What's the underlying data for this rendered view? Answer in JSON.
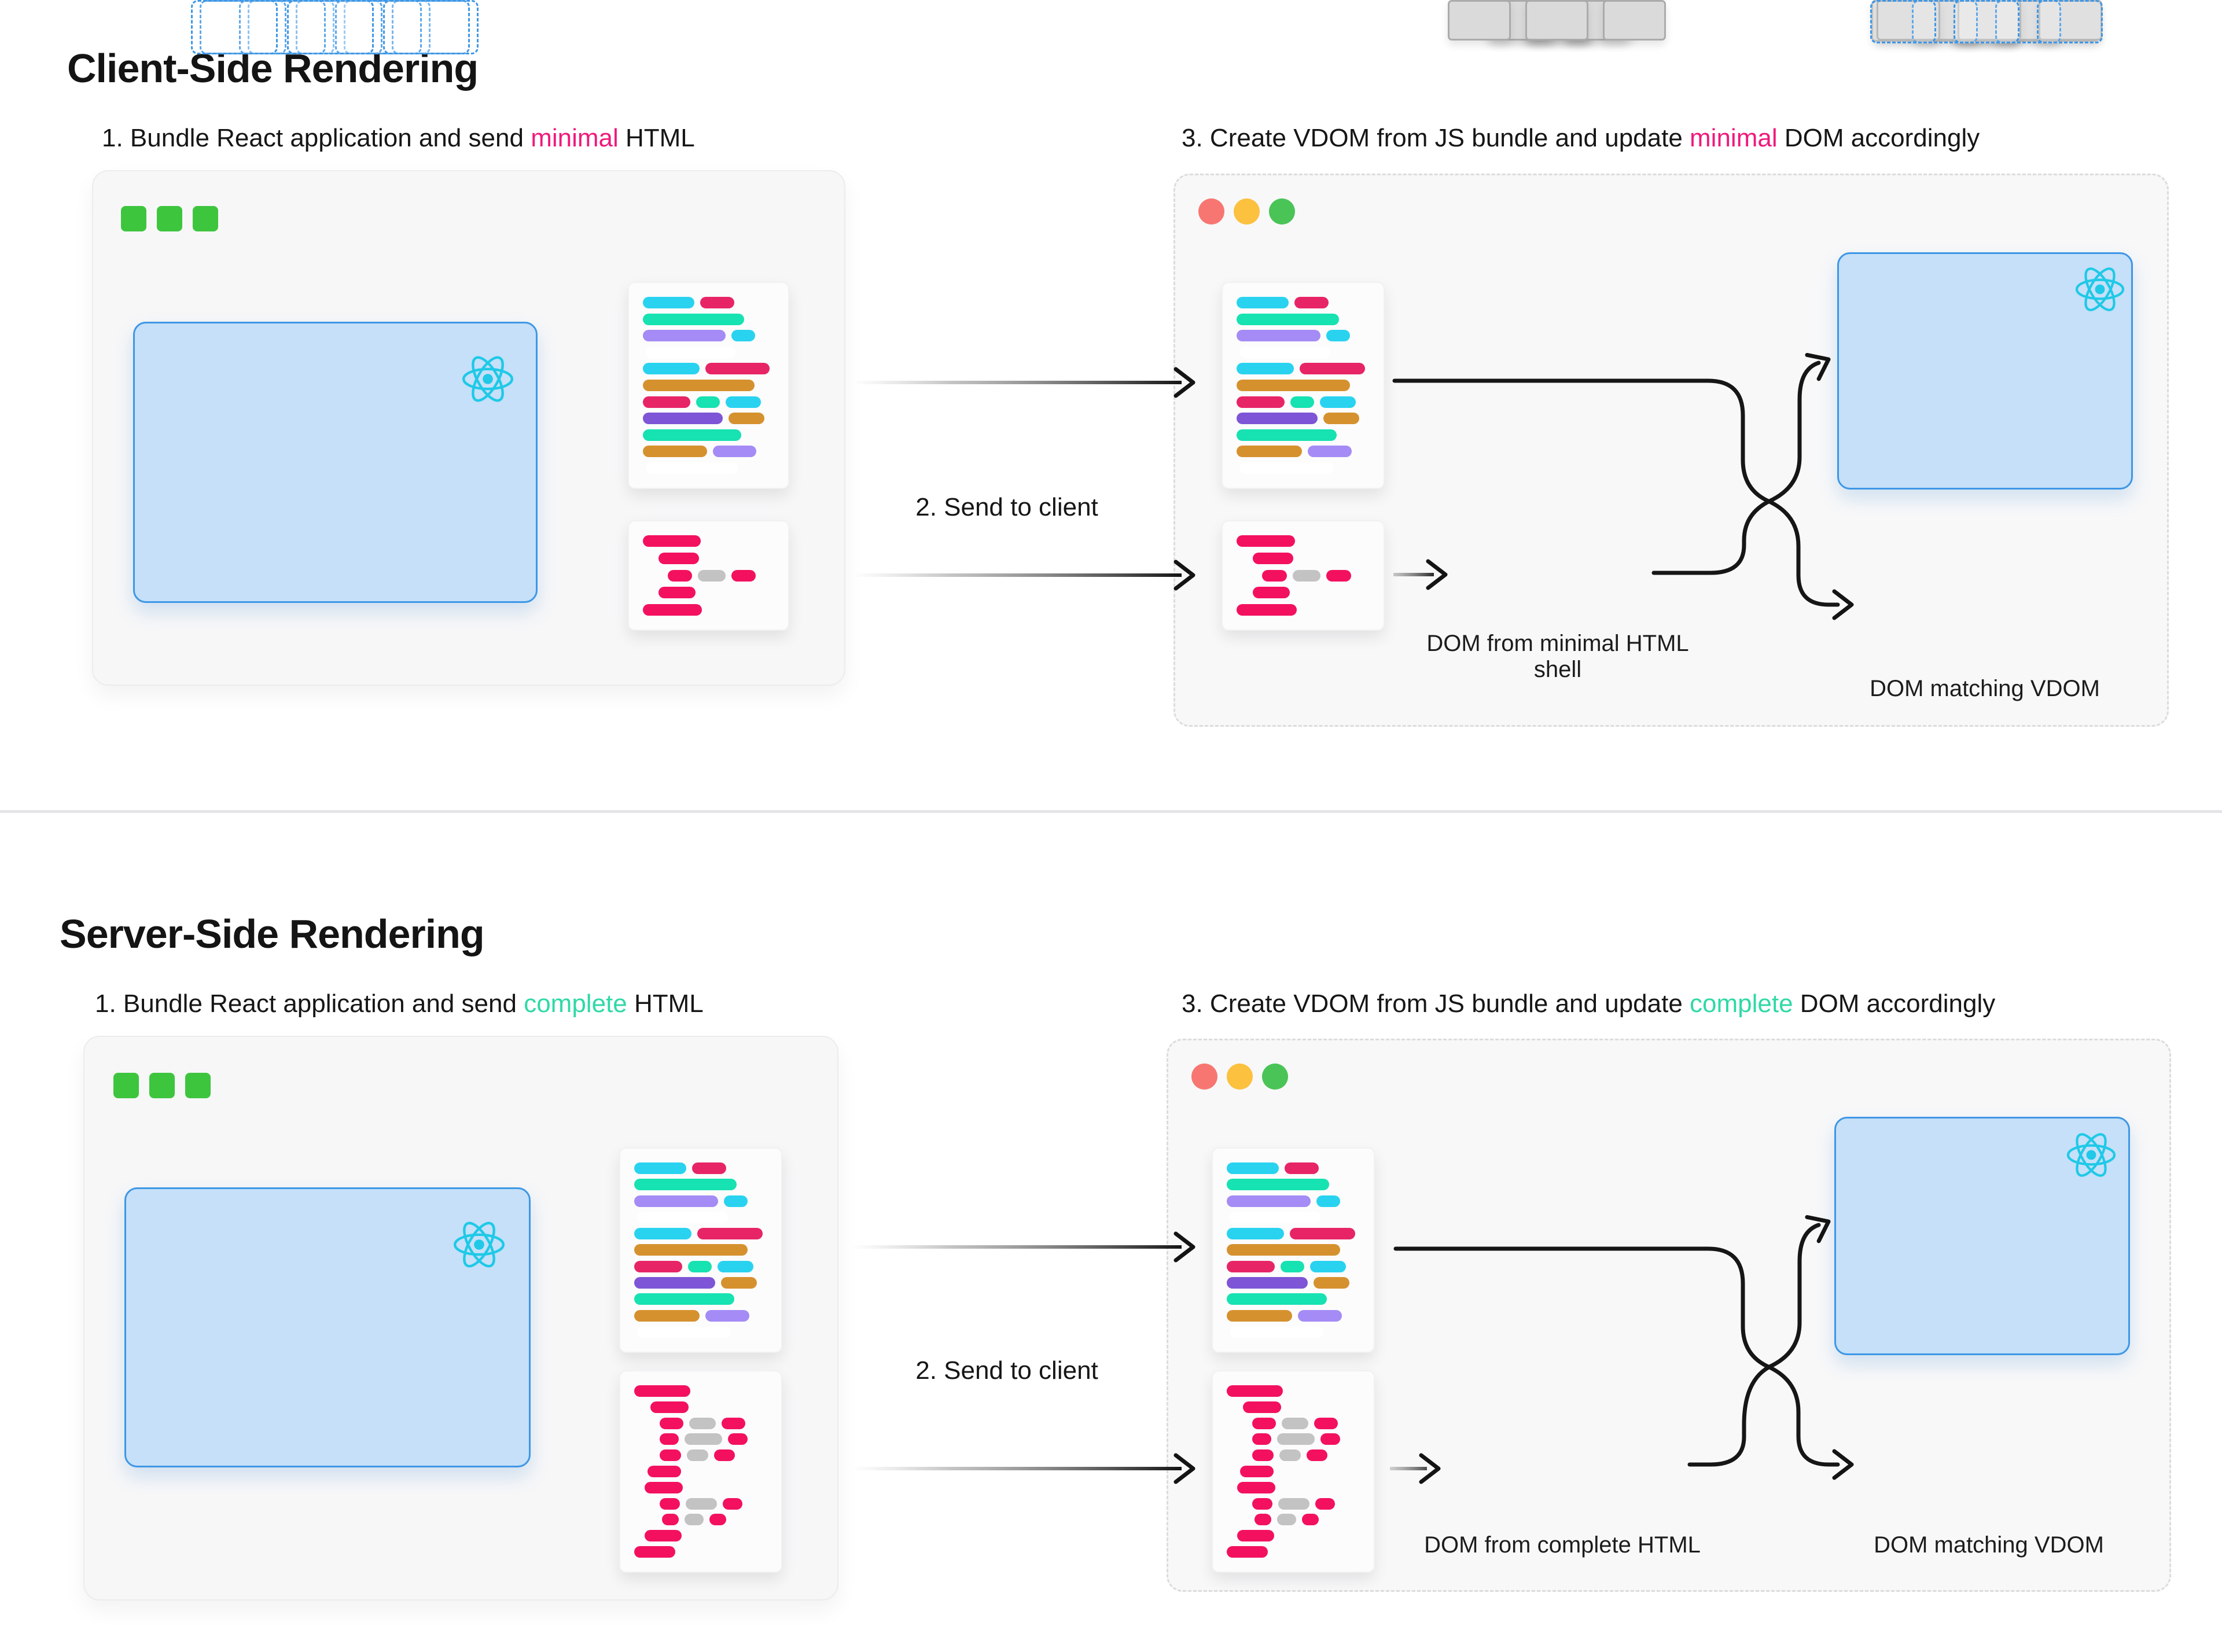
{
  "page": {
    "background": "#FFFFFF"
  },
  "sections": [
    {
      "id": "client-side-rendering",
      "title": "Client-Side Rendering",
      "step1": {
        "prefix": "1. Bundle React application and send ",
        "highlight": "minimal",
        "suffix": " HTML"
      },
      "step2": "2. Send to client",
      "step3": {
        "prefix": "3. Create VDOM from JS bundle and update ",
        "highlight": "minimal",
        "suffix": " DOM accordingly"
      },
      "highlight_color": "#F0197C",
      "labels": {
        "dom_source": "DOM from minimal HTML shell",
        "dom_matching": "DOM matching VDOM"
      }
    },
    {
      "id": "server-side-rendering",
      "title": "Server-Side Rendering",
      "step1": {
        "prefix": "1. Bundle React application and send ",
        "highlight": "complete",
        "suffix": " HTML"
      },
      "step2": "2. Send to client",
      "step3": {
        "prefix": "3. Create VDOM from JS bundle and update ",
        "highlight": "complete",
        "suffix": " DOM accordingly"
      },
      "highlight_color": "#2FD9A6",
      "labels": {
        "dom_source": "DOM from complete HTML",
        "dom_matching": "DOM matching VDOM"
      }
    }
  ],
  "icons": {
    "react": "react-atom-icon",
    "traffic_lights": "window-traffic-lights-icon",
    "window_squares": "window-squares-icon"
  },
  "palette": {
    "window_bg": "#F7F7F8",
    "window_border": "#ECECEC",
    "dashed_window_border": "#DCDCDC",
    "blue_box_fill": "#C5E0F8",
    "blue_box_border": "#3E97E6",
    "react_logo": "#1FC9E7",
    "green_square": "#3EC53E",
    "traffic_red": "#F87671",
    "traffic_yellow": "#FBC13F",
    "traffic_green": "#4AC457",
    "gray_node_fill": "#DADADA",
    "gray_node_border": "#ABABAB",
    "arrow": "#161616",
    "code_colors": {
      "cyan": "#29D3F0",
      "pink": "#E72566",
      "teal": "#17E2B1",
      "purple_light": "#A58BF5",
      "purple_dark": "#7D55D6",
      "orange": "#D6912F",
      "gray": "#C3C3C3",
      "pink_bold": "#F3115F",
      "white": "#FFFFFF"
    }
  },
  "code_docs": {
    "js_bundle": {
      "name": "JS bundle",
      "rows": [
        {
          "indent": 0,
          "bars": [
            [
              "cyan",
              39
            ],
            [
              "pink",
              26
            ]
          ]
        },
        {
          "indent": 0,
          "bars": [
            [
              "teal",
              77
            ]
          ]
        },
        {
          "indent": 0,
          "bars": [
            [
              "purple_light",
              63
            ],
            [
              "cyan",
              18
            ]
          ]
        },
        {
          "indent": 2,
          "bars": [
            [
              "white",
              70
            ]
          ]
        },
        {
          "indent": 0,
          "bars": [
            [
              "cyan",
              43
            ],
            [
              "pink",
              49
            ]
          ]
        },
        {
          "indent": 0,
          "bars": [
            [
              "orange",
              85
            ]
          ]
        },
        {
          "indent": 0,
          "bars": [
            [
              "pink",
              36
            ],
            [
              "teal",
              18
            ],
            [
              "cyan",
              27
            ]
          ]
        },
        {
          "indent": 0,
          "bars": [
            [
              "purple_dark",
              61
            ],
            [
              "orange",
              27
            ]
          ]
        },
        {
          "indent": 0,
          "bars": [
            [
              "teal",
              75
            ]
          ]
        },
        {
          "indent": 0,
          "bars": [
            [
              "orange",
              49
            ],
            [
              "purple_light",
              33
            ]
          ]
        },
        {
          "indent": 2,
          "bars": [
            [
              "white",
              72
            ]
          ]
        }
      ]
    },
    "minimal_html": {
      "name": "minimal HTML",
      "rows": [
        {
          "indent": 0,
          "bars": [
            [
              "pink_bold",
              44
            ]
          ]
        },
        {
          "indent": 12,
          "bars": [
            [
              "pink_bold",
              35
            ]
          ]
        },
        {
          "indent": 19,
          "bars": [
            [
              "pink_bold",
              23
            ],
            [
              "gray",
              26
            ],
            [
              "pink_bold",
              23
            ]
          ]
        },
        {
          "indent": 12,
          "bars": [
            [
              "pink_bold",
              32
            ]
          ]
        },
        {
          "indent": 0,
          "bars": [
            [
              "pink_bold",
              45
            ]
          ]
        }
      ]
    },
    "complete_html": {
      "name": "complete HTML",
      "rows": [
        {
          "indent": 0,
          "bars": [
            [
              "pink_bold",
              42
            ]
          ]
        },
        {
          "indent": 12,
          "bars": [
            [
              "pink_bold",
              33
            ]
          ]
        },
        {
          "indent": 19,
          "bars": [
            [
              "pink_bold",
              22
            ],
            [
              "gray",
              25
            ],
            [
              "pink_bold",
              22
            ]
          ]
        },
        {
          "indent": 19,
          "bars": [
            [
              "pink_bold",
              18
            ],
            [
              "gray",
              35
            ],
            [
              "pink_bold",
              18
            ]
          ]
        },
        {
          "indent": 19,
          "bars": [
            [
              "pink_bold",
              20
            ],
            [
              "gray",
              20
            ],
            [
              "pink_bold",
              19
            ]
          ]
        },
        {
          "indent": 10,
          "bars": [
            [
              "pink_bold",
              28
            ]
          ]
        },
        {
          "indent": 8,
          "bars": [
            [
              "pink_bold",
              31
            ]
          ]
        },
        {
          "indent": 19,
          "bars": [
            [
              "pink_bold",
              19
            ],
            [
              "gray",
              29
            ],
            [
              "pink_bold",
              18
            ]
          ]
        },
        {
          "indent": 21,
          "bars": [
            [
              "pink_bold",
              16
            ],
            [
              "gray",
              18
            ],
            [
              "pink_bold",
              16
            ]
          ]
        },
        {
          "indent": 8,
          "bars": [
            [
              "pink_bold",
              30
            ]
          ]
        },
        {
          "indent": 0,
          "bars": [
            [
              "pink_bold",
              31
            ]
          ]
        }
      ]
    }
  }
}
